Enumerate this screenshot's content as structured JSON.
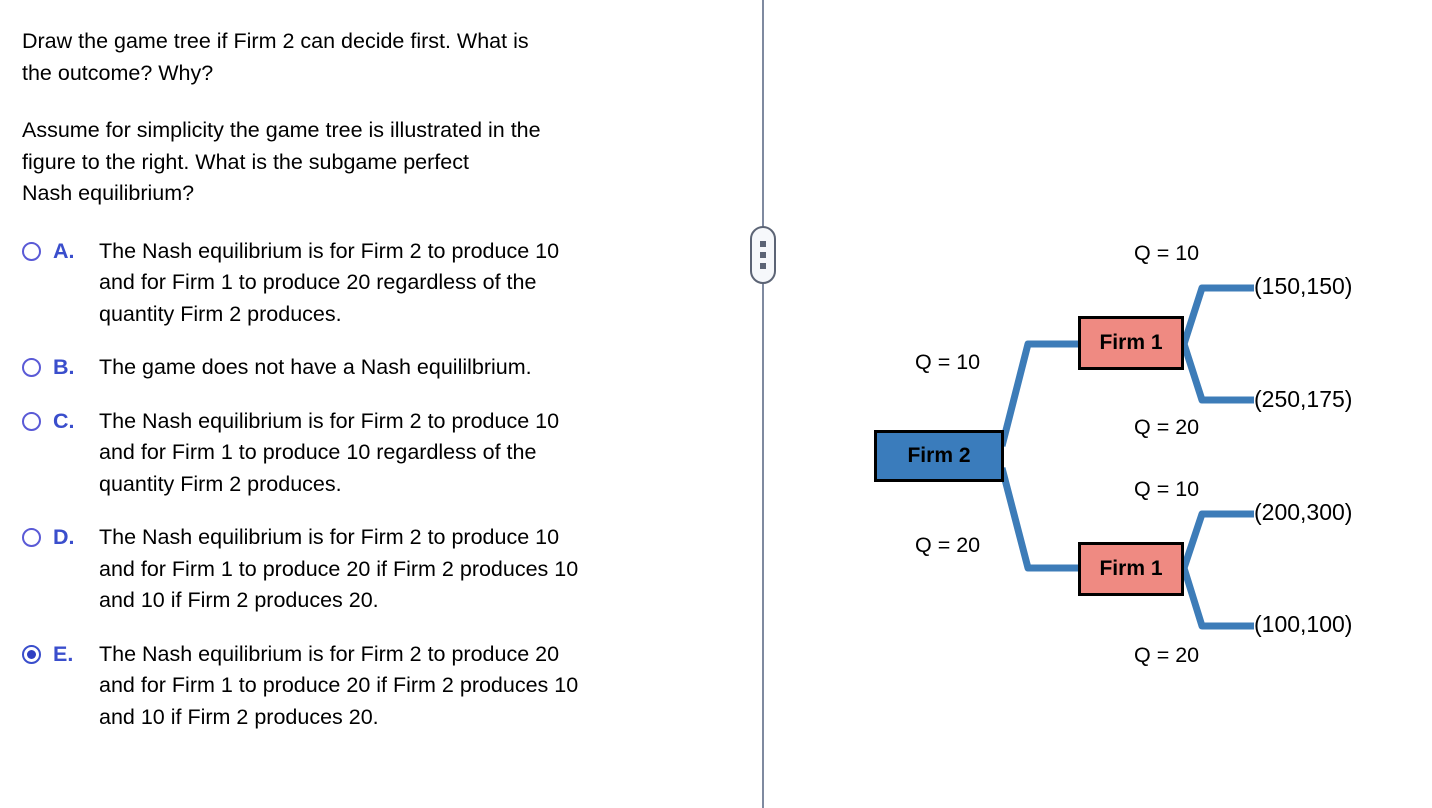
{
  "question": {
    "paragraphs": [
      "Draw the game tree if Firm 2 can decide first.  What is\nthe outcome?  Why?",
      "Assume for simplicity the game tree is illustrated in the\nfigure to the right.  What is the subgame perfect\nNash equilibrium?"
    ]
  },
  "options": [
    {
      "letter": "A.",
      "text": "The Nash equilibrium is for Firm 2 to produce 10\nand for Firm 1 to produce 20 regardless of the\nquantity Firm 2 produces.",
      "selected": false
    },
    {
      "letter": "B.",
      "text": "The game does not have a Nash equililbrium.",
      "selected": false
    },
    {
      "letter": "C.",
      "text": "The Nash equilibrium is for Firm 2 to produce 10\nand for Firm 1 to produce 10 regardless of the\nquantity Firm 2 produces.",
      "selected": false
    },
    {
      "letter": "D.",
      "text": "The Nash equilibrium is for Firm 2 to produce 10\nand for Firm 1 to produce 20 if Firm 2 produces 10\nand 10 if Firm 2 produces 20.",
      "selected": false
    },
    {
      "letter": "E.",
      "text": "The Nash equilibrium is for Firm 2 to produce 20\nand for Firm 1 to produce 20 if Firm 2 produces 10\nand 10 if Firm 2 produces 20.",
      "selected": true
    }
  ],
  "splitter": {
    "handle_name": "panel-resize-handle",
    "dots": 3
  },
  "game_tree": {
    "root": {
      "label": "Firm 2",
      "color": "#3a7cbc"
    },
    "firm1_upper": {
      "label": "Firm 1",
      "color": "#ef8a82"
    },
    "firm1_lower": {
      "label": "Firm 1",
      "color": "#ef8a82"
    },
    "branch_labels": {
      "root_upper": "Q = 10",
      "root_lower": "Q = 20",
      "upper_top": "Q = 10",
      "upper_bottom": "Q = 20",
      "lower_top": "Q = 10",
      "lower_bottom": "Q = 20"
    },
    "payoffs": {
      "upper_top": "(150,150)",
      "upper_bottom": "(250,175)",
      "lower_top": "(200,300)",
      "lower_bottom": "(100,100)"
    },
    "edge_color": "#3d7cb8",
    "border_color": "#000000"
  }
}
